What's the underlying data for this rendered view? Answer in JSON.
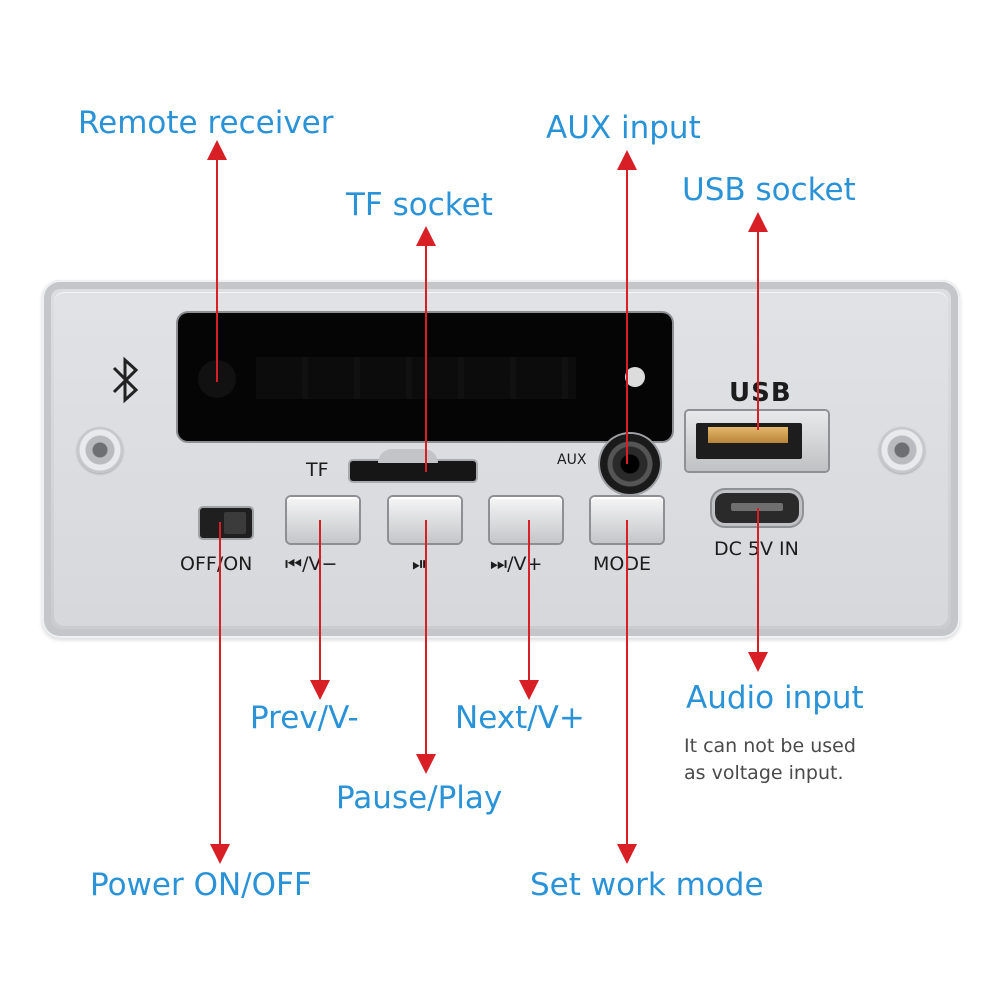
{
  "callouts": {
    "remote_receiver": "Remote receiver",
    "aux_input": "AUX input",
    "tf_socket": "TF socket",
    "usb_socket": "USB socket",
    "audio_input": "Audio input",
    "audio_input_note_line1": "It can not be used",
    "audio_input_note_line2": "as voltage input.",
    "prev": "Prev/V-",
    "next": "Next/V+",
    "pause_play": "Pause/Play",
    "power": "Power ON/OFF",
    "mode": "Set work mode"
  },
  "panel_labels": {
    "tf": "TF",
    "aux": "AUX",
    "usb": "USB",
    "dc": "DC 5V IN",
    "off_on": "OFF/ON",
    "prev_key": "⏮/V−",
    "play_key": "⏯",
    "next_key": "⏭/V+",
    "mode_key": "MODE"
  },
  "icons": [
    "bluetooth-icon"
  ],
  "colors": {
    "callout_text": "#2a93d8",
    "arrow": "#d81f26",
    "note_text": "#4a4a4a"
  }
}
